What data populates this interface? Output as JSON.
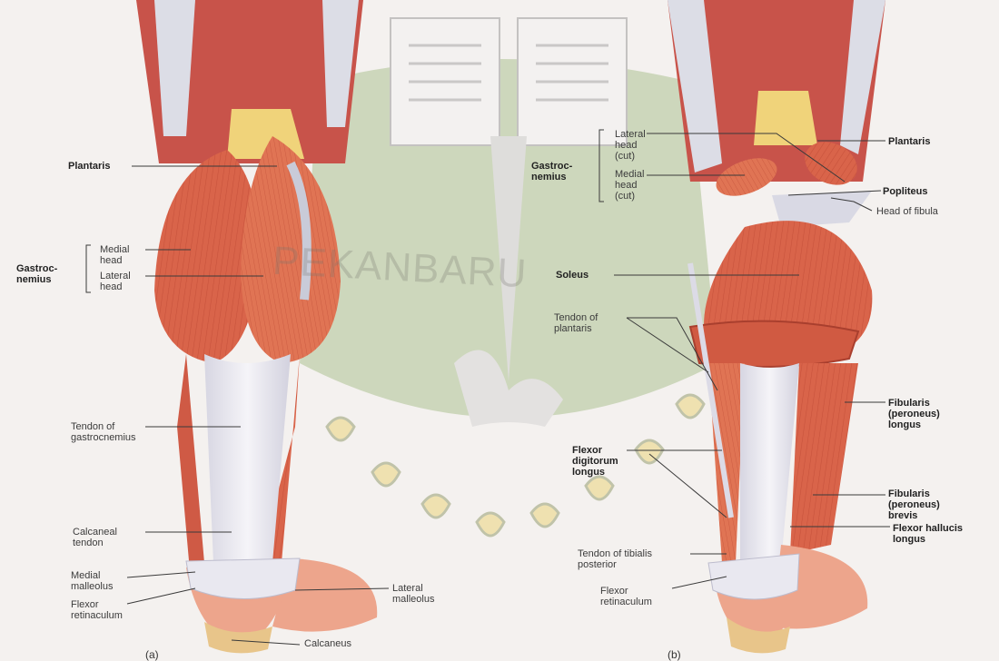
{
  "figure": {
    "watermark_text": "PEKANBARU",
    "panel_a": {
      "tag": "(a)",
      "labels": {
        "plantaris": "Plantaris",
        "gastrocnemius": "Gastroc-\nnemius",
        "medial_head": "Medial\nhead",
        "lateral_head": "Lateral\nhead",
        "tendon_gastrocnemius": "Tendon of\ngastrocnemius",
        "calcaneal_tendon": "Calcaneal\ntendon",
        "medial_malleolus": "Medial\nmalleolus",
        "flexor_retinaculum": "Flexor\nretinaculum",
        "lateral_malleolus": "Lateral\nmalleolus",
        "calcaneus": "Calcaneus"
      }
    },
    "panel_b": {
      "tag": "(b)",
      "labels": {
        "lateral_head_cut": "Lateral\nhead\n(cut)",
        "gastrocnemius": "Gastroc-\nnemius",
        "medial_head_cut": "Medial\nhead\n(cut)",
        "plantaris": "Plantaris",
        "popliteus": "Popliteus",
        "head_of_fibula": "Head of fibula",
        "soleus": "Soleus",
        "tendon_plantaris": "Tendon of\nplantaris",
        "fibularis_longus": "Fibularis\n(peroneus)\nlongus",
        "flexor_digitorum_longus": "Flexor\ndigitorum\nlongus",
        "fibularis_brevis": "Fibularis\n(peroneus)\nbrevis",
        "flexor_hallucis_longus": "Flexor hallucis\nlongus",
        "tendon_tibialis_posterior": "Tendon of tibialis\nposterior",
        "flexor_retinaculum": "Flexor\nretinaculum"
      }
    }
  },
  "colors": {
    "background": "#f4f1ef",
    "muscle": "#d9644a",
    "muscle_dark": "#b8432f",
    "muscle_light": "#e98a66",
    "tendon": "#eae8ef",
    "skin": "#eda58c",
    "bone": "#e8c58a",
    "watermark": "#5f8a3a"
  }
}
